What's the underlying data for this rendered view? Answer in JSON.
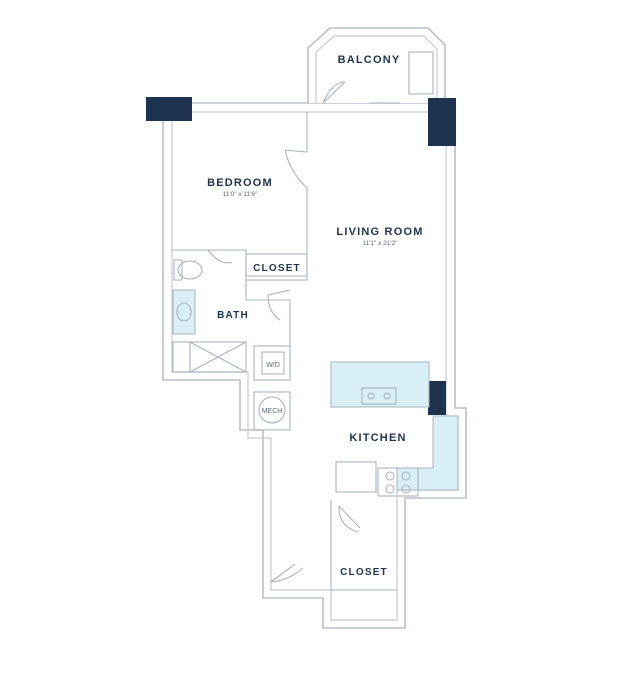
{
  "rooms": {
    "balcony": {
      "label": "BALCONY"
    },
    "bedroom": {
      "label": "BEDROOM",
      "dimensions": "11'0\" x 11'6\""
    },
    "living_room": {
      "label": "LIVING ROOM",
      "dimensions": "11'1\" x 21'2\""
    },
    "closet_bedroom": {
      "label": "CLOSET"
    },
    "bath": {
      "label": "BATH"
    },
    "kitchen": {
      "label": "KITCHEN"
    },
    "closet_entry": {
      "label": "CLOSET"
    }
  },
  "fixtures": {
    "washer_dryer": {
      "label": "W/D"
    },
    "mechanical": {
      "label": "MECH"
    }
  },
  "colors": {
    "accent": "#1d3350",
    "fixture_fill": "#d9eff6",
    "wall": "#b9c0c8"
  }
}
